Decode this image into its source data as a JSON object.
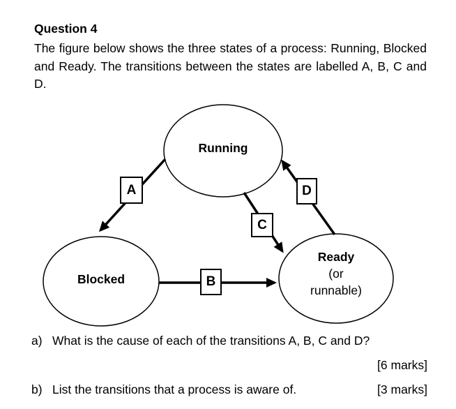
{
  "page": {
    "title": "Question 4",
    "intro": "The figure below shows the three states of a process: Running, Blocked and Ready. The transitions between the states are labelled A, B, C and D."
  },
  "diagram": {
    "states": {
      "running": {
        "label": "Running"
      },
      "blocked": {
        "label": "Blocked"
      },
      "ready": {
        "label": "Ready",
        "sub_line1": "(or",
        "sub_line2": "runnable)"
      }
    },
    "transitions": {
      "a": {
        "label": "A",
        "from": "Running",
        "to": "Blocked"
      },
      "b": {
        "label": "B",
        "from": "Blocked",
        "to": "Ready"
      },
      "c": {
        "label": "C",
        "from": "Running",
        "to": "Ready"
      },
      "d": {
        "label": "D",
        "from": "Ready",
        "to": "Running"
      }
    }
  },
  "questions": {
    "a": {
      "marker": "a)",
      "text": "What is the cause of each of the transitions A, B, C and D?",
      "marks": "[6 marks]"
    },
    "b": {
      "marker": "b)",
      "text": "List the transitions that a process is aware of.",
      "marks": "[3 marks]"
    }
  },
  "colors": {
    "ink": "#000000",
    "paper": "#ffffff"
  }
}
